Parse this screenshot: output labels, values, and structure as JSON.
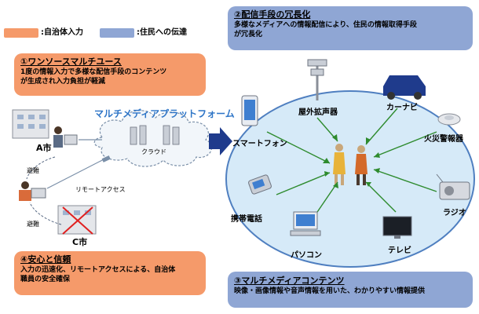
{
  "legend": [
    {
      "color": "#F59A6A",
      "label": ":自治体入力"
    },
    {
      "color": "#8FA6D4",
      "label": ":住民への伝達"
    }
  ],
  "box1": {
    "title": "①ワンソースマルチユース",
    "body": [
      "1度の情報入力で多様な配信手段のコンテンツ",
      "が生成され入力負担が軽減"
    ]
  },
  "box2": {
    "title": "②配信手段の冗長化",
    "body": [
      "多様なメディアへの情報配信により、住民の情報取得手段",
      "が冗長化"
    ]
  },
  "box3": {
    "title": "③マルチメディアコンテンツ",
    "body": [
      "映像・画像情報や音声情報を用いた、わかりやすい情報提供"
    ]
  },
  "box4": {
    "title": "④安心と信頼",
    "body": [
      "入力の迅速化、リモートアクセスによる、自治体",
      "職員の安全確保"
    ]
  },
  "platform_label": "マルチメディアプラットフォーム",
  "cloud_label": "クラウド",
  "remote_label": "リモートアクセス",
  "city_a": "A市",
  "city_c": "C市",
  "evacuate_label": "避難",
  "devices": {
    "smartphone": "スマートフォン",
    "loudspeaker": "屋外拡声器",
    "carnavi": "カーナビ",
    "firealarm": "火災警報器",
    "radio": "ラジオ",
    "tv": "テレビ",
    "pc": "パソコン",
    "mobile": "携帯電話"
  },
  "colors": {
    "orange": "#F59A6A",
    "blue": "#8FA6D4",
    "ellipse": "#D6EAF8",
    "ellipse_border": "#4F7FC0",
    "arrow": "#2E8B2E",
    "platform_text": "#2E75C7",
    "navy": "#1F3B8C"
  }
}
